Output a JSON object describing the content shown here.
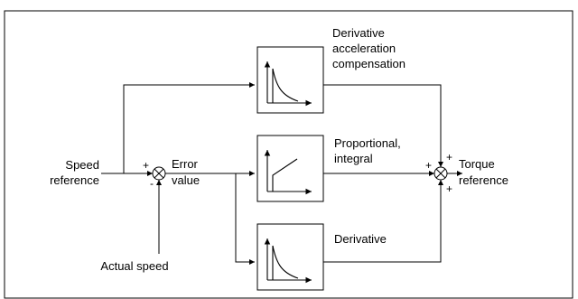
{
  "labels": {
    "speed_reference_line1": "Speed",
    "speed_reference_line2": "reference",
    "error_value_line1": "Error",
    "error_value_line2": "value",
    "actual_speed": "Actual speed",
    "torque_reference_line1": "Torque",
    "torque_reference_line2": "reference"
  },
  "blocks": {
    "derivative_acceleration_compensation": {
      "label_line1": "Derivative",
      "label_line2": "acceleration",
      "label_line3": "compensation",
      "icon": "decaying-curve"
    },
    "proportional_integral": {
      "label_line1": "Proportional,",
      "label_line2": "integral",
      "icon": "step-ramp"
    },
    "derivative": {
      "label_line1": "Derivative",
      "icon": "decaying-curve"
    }
  },
  "summing_junctions": {
    "error_junction": {
      "sign_plus": "+",
      "sign_minus": "-"
    },
    "torque_junction": {
      "sign_left": "+",
      "sign_top": "+",
      "sign_bottom": "+"
    }
  },
  "colors": {
    "stroke": "#000000",
    "background": "#ffffff"
  }
}
